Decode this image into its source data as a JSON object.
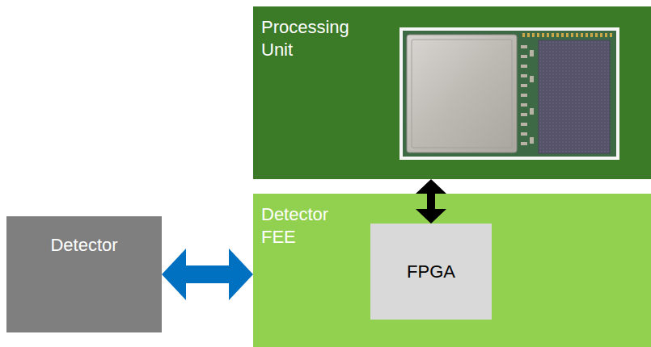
{
  "diagram": {
    "nodes": [
      {
        "text": [
          "Processing Unit"
        ]
      },
      {
        "text": [
          "Detector"
        ]
      },
      {
        "text": [
          "Detector FEE"
        ]
      },
      {
        "text": [
          "FPGA"
        ],
        "in": 2
      }
    ],
    "edges": [
      {
        "from": 1,
        "to": 2,
        "arrow": "both"
      },
      {
        "from": 3,
        "to": 0,
        "arrow": "both"
      }
    ]
  }
}
